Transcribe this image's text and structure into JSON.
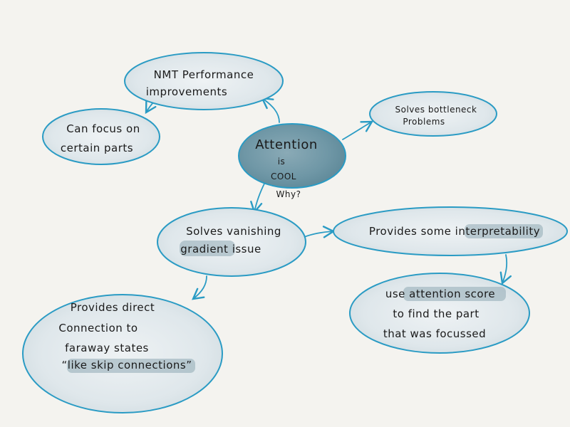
{
  "diagram": {
    "type": "mind-map",
    "background": "#f4f3ef",
    "colors": {
      "outline": "#2a9bc4",
      "node_fill": "#dde6ea",
      "center_fill": "#6f97a6",
      "highlight": "#8fa9b4",
      "text": "#1a1a1a"
    },
    "center": {
      "id": "attention",
      "lines": [
        "Attention",
        "is",
        "COOL"
      ],
      "caption": "Why?"
    },
    "nodes": [
      {
        "id": "nmt",
        "lines": [
          "NMT Performance",
          "improvements"
        ]
      },
      {
        "id": "focus",
        "lines": [
          "Can focus on",
          "certain parts"
        ]
      },
      {
        "id": "bottleneck",
        "lines": [
          "Solves bottleneck",
          "Problems"
        ]
      },
      {
        "id": "vanishing",
        "lines": [
          "Solves vanishing",
          "gradient issue"
        ],
        "highlight": "gradient"
      },
      {
        "id": "interpret",
        "lines": [
          "Provides some interpretability"
        ],
        "highlight": "interpretability"
      },
      {
        "id": "score",
        "lines": [
          "use attention score",
          "to find the part",
          "that was focussed"
        ],
        "highlight": "attention score"
      },
      {
        "id": "direct",
        "lines": [
          "Provides direct",
          "Connection to",
          "faraway states",
          "“like skip connections”"
        ],
        "highlight": "like skip connections"
      }
    ],
    "edges": [
      {
        "from": "attention",
        "to": "nmt"
      },
      {
        "from": "nmt",
        "to": "focus"
      },
      {
        "from": "attention",
        "to": "bottleneck"
      },
      {
        "from": "attention",
        "to": "vanishing"
      },
      {
        "from": "vanishing",
        "to": "interpret"
      },
      {
        "from": "interpret",
        "to": "score"
      },
      {
        "from": "vanishing",
        "to": "direct"
      }
    ]
  }
}
